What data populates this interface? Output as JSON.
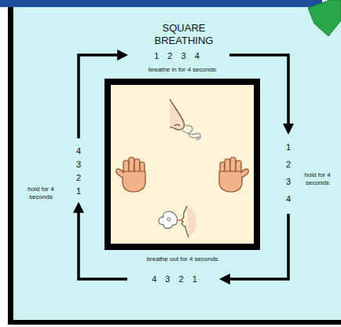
{
  "diagram": {
    "title": "SQUARE BREATHING",
    "labels": [
      "1 2 3 4",
      "breathe in for 4 seconds",
      "1 2 3 4",
      "hold for 4 seconds",
      "breathe out for 4 seconds",
      "4 3 2 1",
      "4 3 2 1",
      "hold for 4 seconds"
    ]
  }
}
